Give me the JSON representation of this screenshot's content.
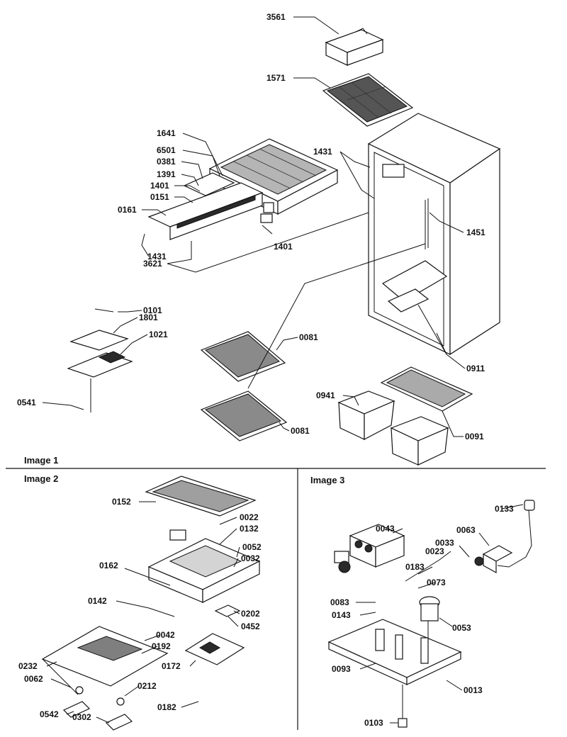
{
  "panels": {
    "image1": "Image 1",
    "image2": "Image 2",
    "image3": "Image 3"
  },
  "image1_labels": [
    "3561",
    "1571",
    "1641",
    "6501",
    "0381",
    "1391",
    "1401",
    "0151",
    "0161",
    "1431",
    "1431",
    "1401",
    "1451",
    "3621",
    "0101",
    "1801",
    "1021",
    "0081",
    "0911",
    "0941",
    "0081",
    "0091",
    "0541"
  ],
  "image2_labels": [
    "0152",
    "0022",
    "0132",
    "0052",
    "0032",
    "0162",
    "0142",
    "0202",
    "0452",
    "0042",
    "0192",
    "0172",
    "0232",
    "0062",
    "0212",
    "0182",
    "0542",
    "0302"
  ],
  "image3_labels": [
    "0133",
    "0063",
    "0043",
    "0033",
    "0023",
    "0183",
    "0073",
    "0083",
    "0143",
    "0053",
    "0093",
    "0013",
    "0103"
  ]
}
